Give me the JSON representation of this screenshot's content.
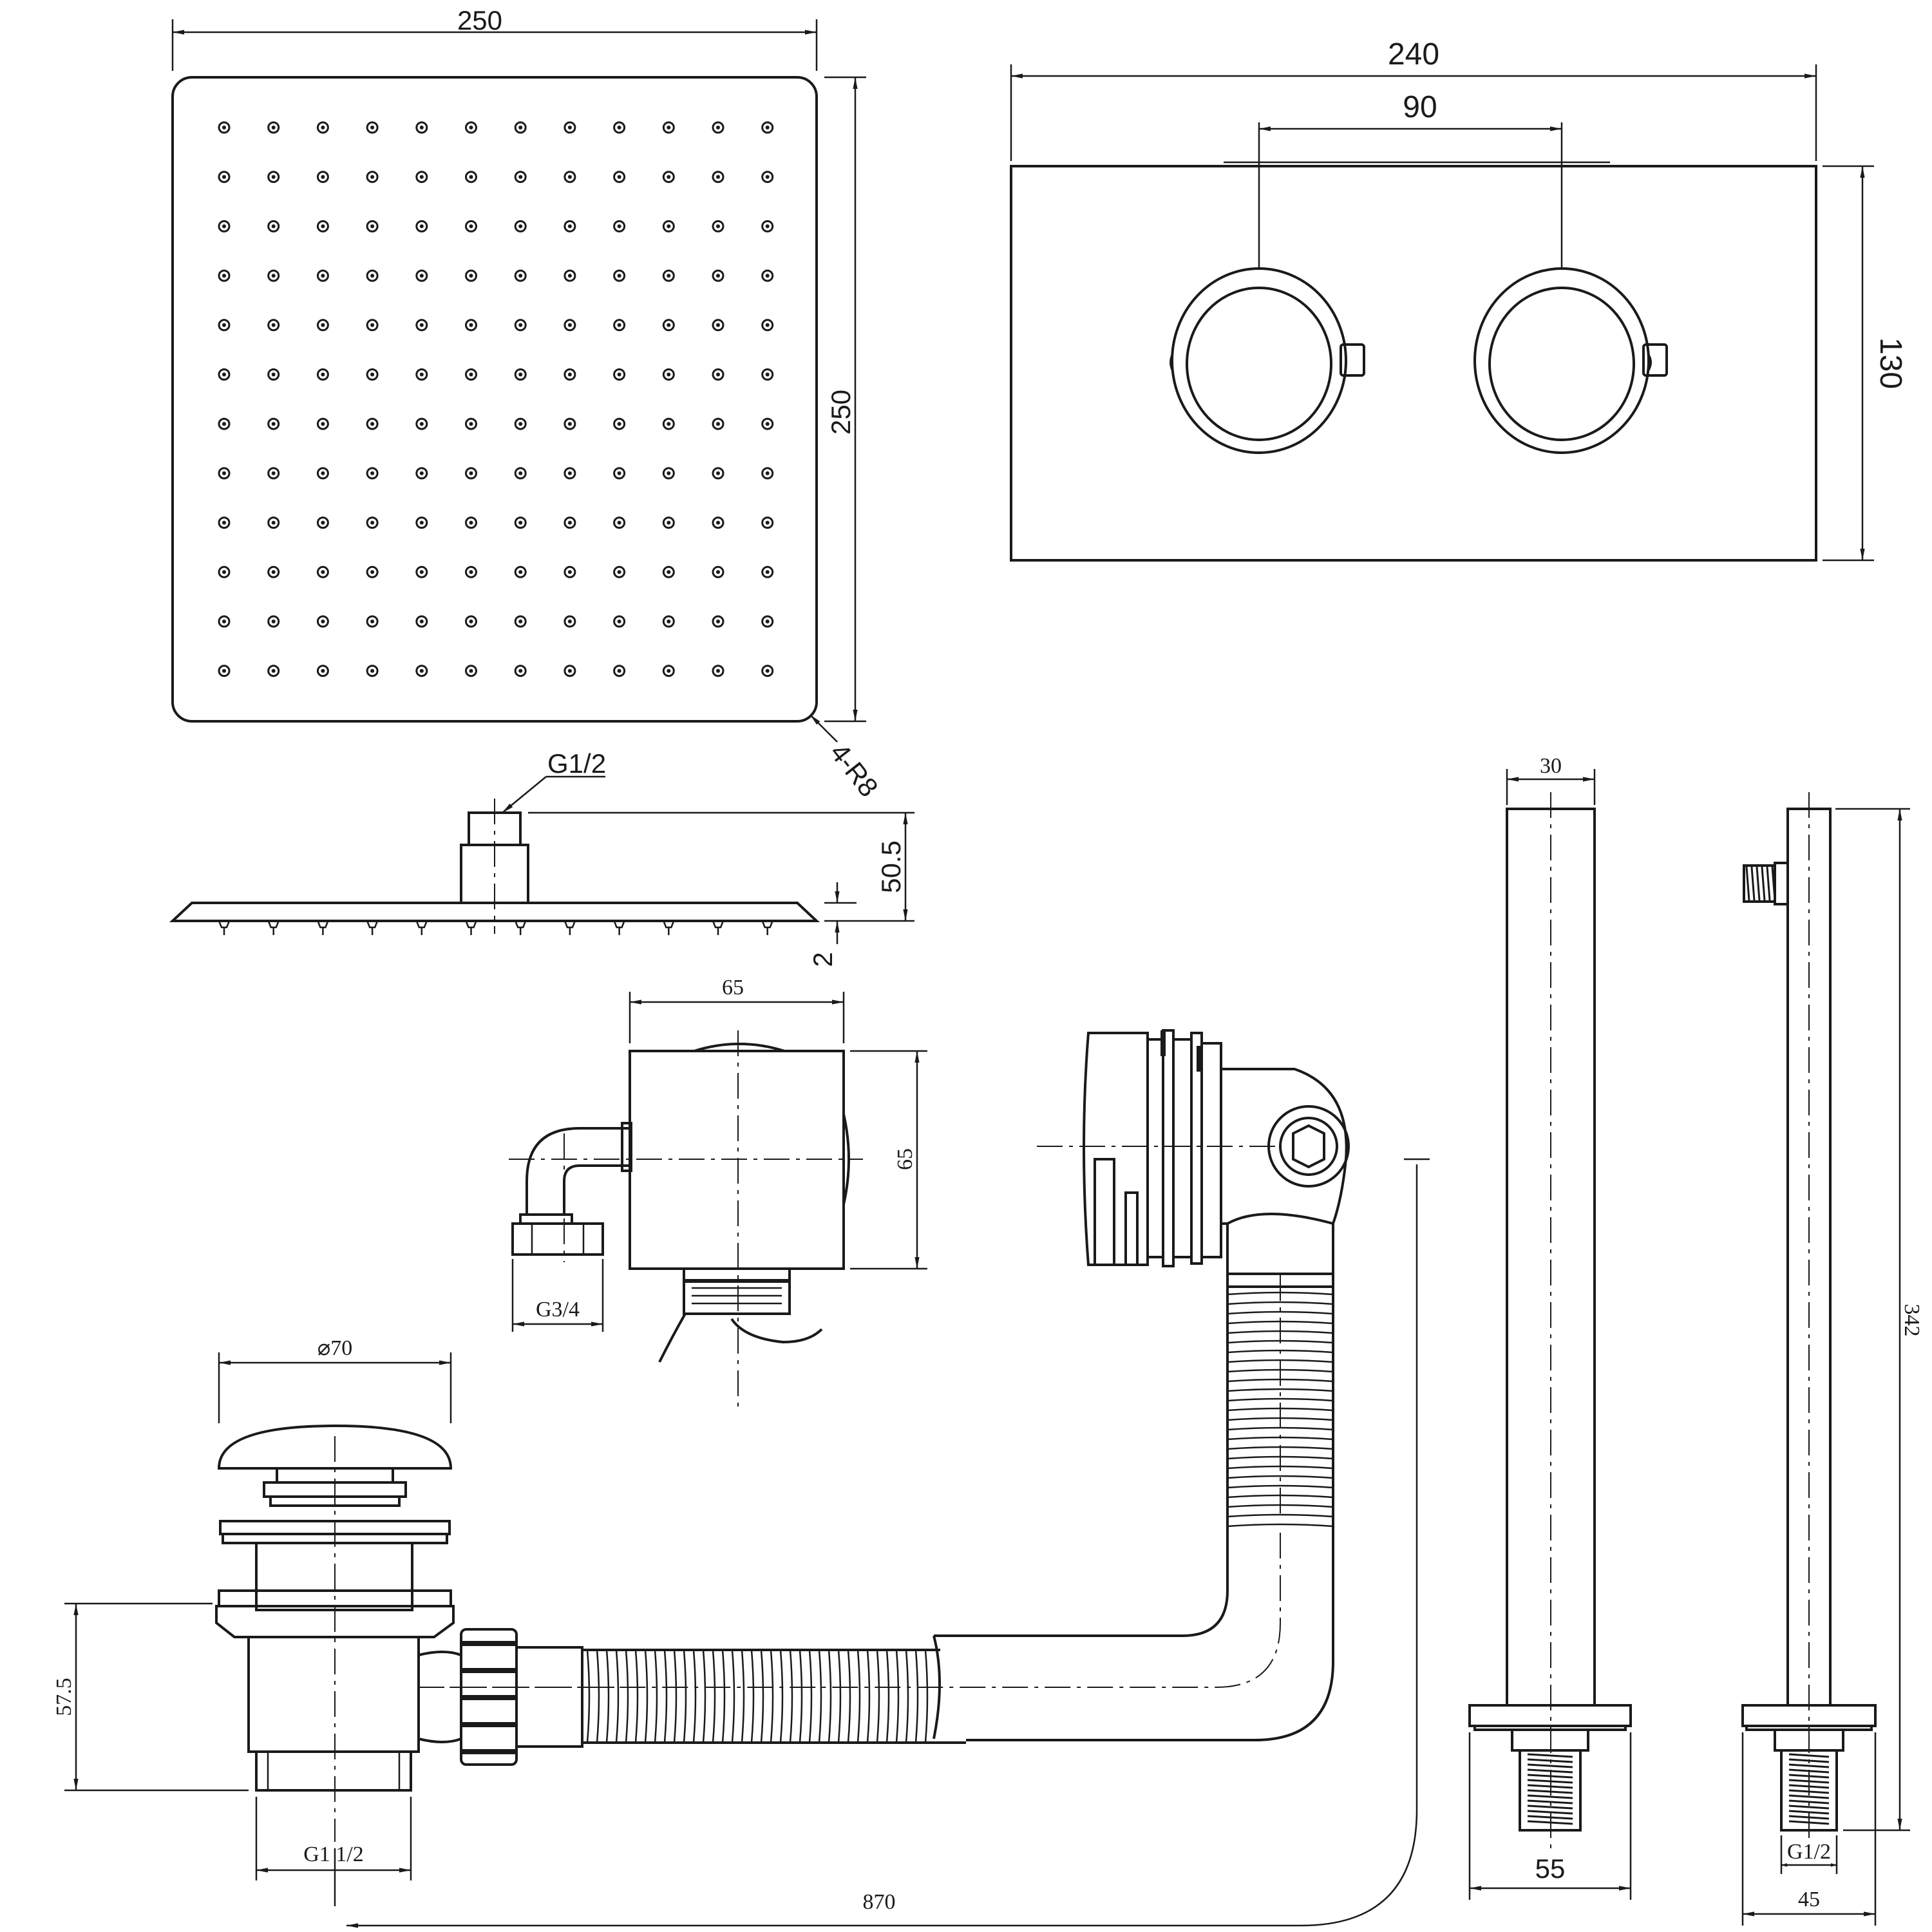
{
  "colors": {
    "ink": "#1a1a1a",
    "background": "#ffffff"
  },
  "shower_head": {
    "width": "250",
    "height": "250",
    "corner_radius": "4-R8",
    "inlet_thread": "G1/2",
    "profile_height": "50.5",
    "plate_thickness": "2"
  },
  "control_plate": {
    "width": "240",
    "knob_spacing": "90",
    "height": "130"
  },
  "wall_outlet": {
    "width": "65",
    "height": "65",
    "thread": "G3/4"
  },
  "waste": {
    "plug_diameter": "⌀70",
    "body_height": "57.5",
    "outlet_thread": "G1 1/2",
    "pipe_length": "870"
  },
  "shower_arm": {
    "front_width": "30",
    "flange_width": "55",
    "length": "342",
    "thread": "G1/2",
    "side_flange_width": "45"
  }
}
